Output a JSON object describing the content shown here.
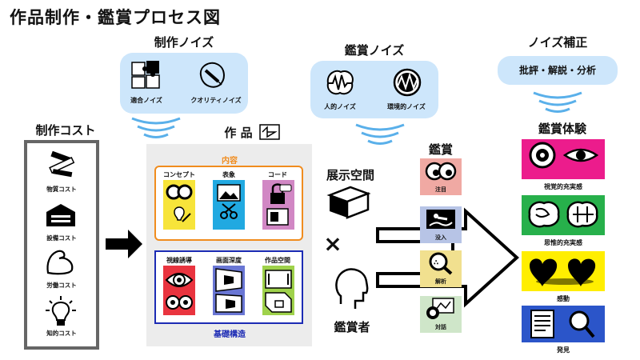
{
  "title": "作品制作・鑑賞プロセス図",
  "production_noise": {
    "title": "制作ノイズ",
    "items": [
      {
        "label": "適合ノイズ",
        "icon": "puzzle-icon"
      },
      {
        "label": "クオリティノイズ",
        "icon": "scribble-icon"
      }
    ]
  },
  "appreciation_noise": {
    "title": "鑑賞ノイズ",
    "items": [
      {
        "label": "人的ノイズ",
        "icon": "brain-wave-icon"
      },
      {
        "label": "環境的ノイズ",
        "icon": "zigzag-circle-icon"
      }
    ]
  },
  "noise_correction": {
    "title": "ノイズ補正",
    "text": "批評・解説・分析"
  },
  "production_cost": {
    "title": "制作コスト",
    "items": [
      {
        "label": "物質コスト",
        "icon": "beams-icon"
      },
      {
        "label": "設備コスト",
        "icon": "building-icon"
      },
      {
        "label": "労働コスト",
        "icon": "arm-icon"
      },
      {
        "label": "知的コスト",
        "icon": "lightbulb-icon"
      }
    ]
  },
  "work": {
    "title": "作 品",
    "content": {
      "title": "内容",
      "tiles": [
        "コンセプト",
        "表象",
        "コード"
      ]
    },
    "structure": {
      "title": "基礎構造",
      "tiles": [
        "視線誘導",
        "画面深度",
        "作品空間"
      ]
    }
  },
  "exhibition_space": {
    "label": "展示空間"
  },
  "viewer": {
    "label": "鑑賞者"
  },
  "cross": "×",
  "appreciation": {
    "title": "鑑賞",
    "stages": [
      {
        "label": "注目",
        "color": "#f0a9a3"
      },
      {
        "label": "没入",
        "color": "#b7c4e6"
      },
      {
        "label": "解析",
        "color": "#f1e08f"
      },
      {
        "label": "対話",
        "color": "#cfe6c9"
      }
    ]
  },
  "experience": {
    "title": "鑑賞体験",
    "items": [
      {
        "label": "視覚的充実感",
        "color": "#ec1c8c"
      },
      {
        "label": "思惟的充実感",
        "color": "#27b04b"
      },
      {
        "label": "感動",
        "color": "#ffee00"
      },
      {
        "label": "発見",
        "color": "#2b55c9"
      }
    ]
  },
  "colors": {
    "bubble": "#cde6fb",
    "content_border": "#f08c1e",
    "structure_border": "#1c2bb4",
    "work_bg": "#ececec",
    "cost_border": "#666666"
  }
}
